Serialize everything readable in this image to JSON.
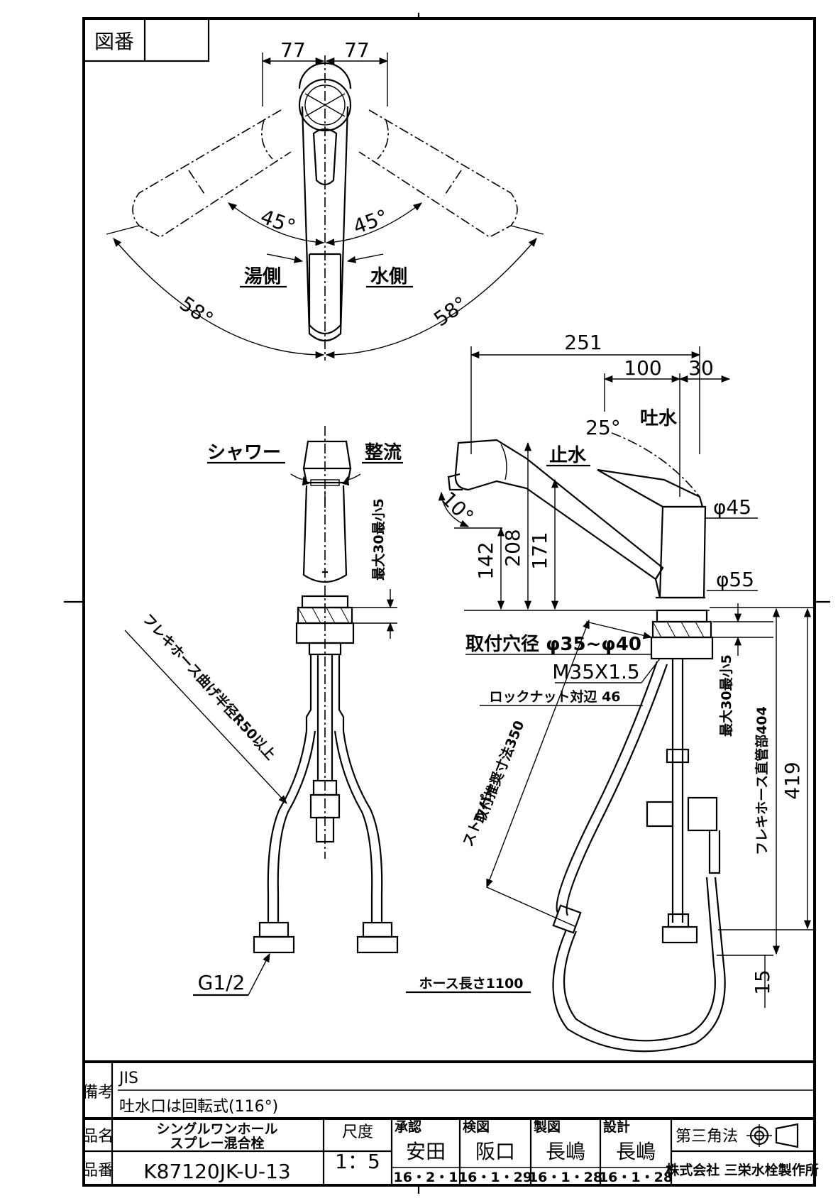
{
  "drawing_number_label": "図番",
  "top_view": {
    "dim_left": "77",
    "dim_right": "77",
    "angle_left_45": "45°",
    "angle_right_45": "45°",
    "hot_side": "湯側",
    "cold_side": "水側",
    "angle_left_58": "58°",
    "angle_right_58": "58°"
  },
  "front_view": {
    "shower": "シャワー",
    "straight_flow": "整流",
    "max_thickness": "最大30最小5",
    "flex_hose_bend": "フレキホース曲げ半径R50以上",
    "thread": "G1/2"
  },
  "side_view": {
    "dim_251": "251",
    "dim_100": "100",
    "dim_30": "30",
    "angle_25": "25°",
    "spout_water": "吐水",
    "stop_water": "止水",
    "angle_10": "10°",
    "dim_142": "142",
    "dim_208": "208",
    "dim_171": "171",
    "dia_45": "φ45",
    "dia_55": "φ55",
    "mount_hole": "取付穴径 φ35~φ40",
    "thread_spec": "M35X1.5",
    "lock_nut": "ロックナット対辺 46",
    "max_thickness": "最大30最小5",
    "flex_straight": "フレキホース直管部404",
    "dim_419": "419",
    "dim_15": "15",
    "stopper_line1": "ストッパー",
    "stopper_line2": "取付推奨寸法350",
    "hose_length": "ホース長さ1100"
  },
  "title_block": {
    "remarks_label": "備考",
    "remarks_line1": "JIS",
    "remarks_line2": "吐水口は回転式(116°)",
    "product_name_label": "品名",
    "product_name_line1": "シングルワンホール",
    "product_name_line2": "スプレー混合栓",
    "product_number_label": "品番",
    "product_number": "K87120JK-U-13",
    "scale_label": "尺度",
    "scale": "1：5",
    "approved_label": "承認",
    "approved_name": "安田",
    "approved_date": "16・2・1",
    "checked_label": "検図",
    "checked_name": "阪口",
    "checked_date": "16・1・29",
    "drawn_label": "製図",
    "drawn_name": "長嶋",
    "drawn_date": "16・1・28",
    "designed_label": "設計",
    "designed_name": "長嶋",
    "designed_date": "16・1・28",
    "projection": "第三角法",
    "company": "株式会社 三栄水栓製作所"
  }
}
